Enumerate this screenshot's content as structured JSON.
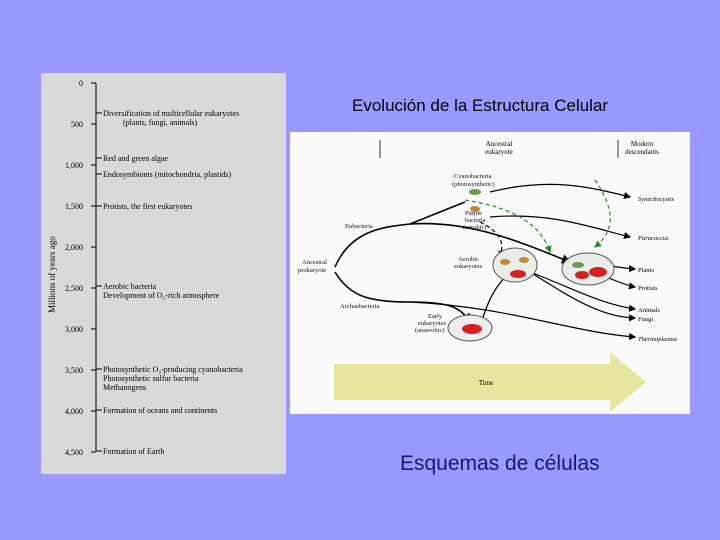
{
  "slide": {
    "title": "Evolución de la Estructura Celular",
    "caption": "Esquemas de células"
  },
  "timeline": {
    "axis_label": "Millions of years ago",
    "ticks": [
      "0",
      "500",
      "1,000",
      "1,500",
      "2,000",
      "2,500",
      "3,000",
      "3,500",
      "4,000",
      "4,500"
    ],
    "events": [
      {
        "lines": [
          "Diversification of multicellular eukaryotes",
          "(plants, fungi, animals)"
        ]
      },
      {
        "lines": [
          "Red and green algae"
        ]
      },
      {
        "lines": [
          "Endosymbionts (mitochondria, plastids)"
        ]
      },
      {
        "lines": [
          "Protists, the first eukaryotes"
        ]
      },
      {
        "lines": [
          "Aerobic bacteria",
          "Development of O₂-rich atmosphere"
        ]
      },
      {
        "lines": [
          "Photosynthetic O₂-producing cyanobacteria",
          "Photosynthetic sulfur bacteria",
          "Methanogens"
        ]
      },
      {
        "lines": [
          "Formation of oceans and continents"
        ]
      },
      {
        "lines": [
          "Formation of Earth"
        ]
      }
    ]
  },
  "tree": {
    "header_left": [
      "Ancestral",
      "eukaryote"
    ],
    "header_right": [
      "Modern",
      "descendants"
    ],
    "nodes": {
      "cyanobacteria": [
        "Cyanobacteria",
        "(photosynthetic)"
      ],
      "purple": [
        "Purple",
        "bacteria",
        "(aerobic)"
      ],
      "eubacteria": [
        "Eubacteria"
      ],
      "ancestral": [
        "Ancestral",
        "prokaryote"
      ],
      "archaebacteria": [
        "Archaebacteria"
      ],
      "aerobic": [
        "Aerobic",
        "eukaryotes"
      ],
      "early": [
        "Early",
        "eukaryotes",
        "(anaerobic)"
      ]
    },
    "outcomes": [
      "Synechocystis",
      "Paracoccus",
      "Plants",
      "Protists",
      "Animals",
      "Fungi",
      "Thermoplasma"
    ],
    "time_label": "Time",
    "colors": {
      "arrow": "#e6e6a0",
      "green_arrow": "#2a8a2a",
      "cell_fill": "#f0f0f0",
      "organelle": "#d42020"
    }
  }
}
